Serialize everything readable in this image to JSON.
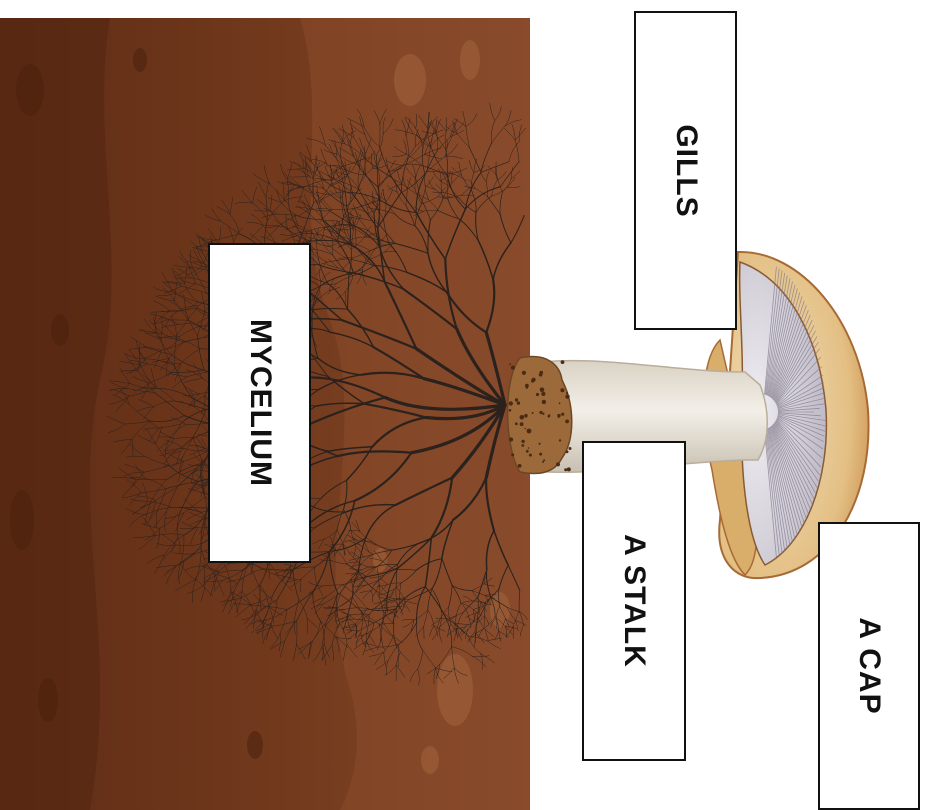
{
  "labels": {
    "gills": "GILLS",
    "mycelium": "MYCELIUM",
    "stalk": "A STALK",
    "cap": "A CAP"
  },
  "colors": {
    "soil_dark": "#5a2a14",
    "soil_mid": "#7a3d1e",
    "soil_light": "#8e5130",
    "hyphae": "#2b211d",
    "stalk": "#e9e4da",
    "cap_top": "#e0b777",
    "gills": "#c9c5ce"
  },
  "icons": [
    "mycelium-network",
    "mushroom-illustration"
  ]
}
